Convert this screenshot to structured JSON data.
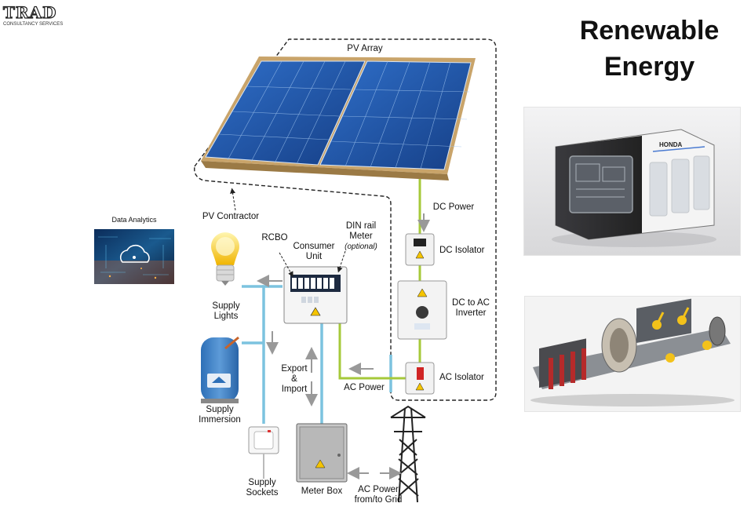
{
  "logo": {
    "main": "TRAD",
    "sub": "CONSULTANCY SERVICES"
  },
  "title": {
    "line1": "Renewable",
    "line2": "Energy"
  },
  "side": {
    "data_analytics": "Data Analytics"
  },
  "photos": {
    "generator_brand": "HONDA"
  },
  "diagram": {
    "pv_array": "PV Array",
    "pv_contractor": "PV Contractor",
    "dc_power": "DC Power",
    "dc_isolator": "DC Isolator",
    "inverter": [
      "DC to AC",
      "Inverter"
    ],
    "ac_isolator": "AC Isolator",
    "ac_power": "AC Power",
    "rcbo": "RCBO",
    "consumer_unit": [
      "Consumer",
      "Unit"
    ],
    "din_rail": [
      "DIN rail",
      "Meter",
      "(optional)"
    ],
    "supply_lights": [
      "Supply",
      "Lights"
    ],
    "supply_immersion": [
      "Supply",
      "Immersion"
    ],
    "supply_sockets": [
      "Supply",
      "Sockets"
    ],
    "export_import": [
      "Export",
      "&",
      "Import"
    ],
    "meter_box": "Meter Box",
    "ac_grid": [
      "AC Power",
      "from/to Grid"
    ]
  },
  "colors": {
    "pipe_blue": "#7cc3df",
    "wire_green": "#a6c93a",
    "panel_blue": "#1d4e9a",
    "warning_yellow": "#f5c400"
  }
}
